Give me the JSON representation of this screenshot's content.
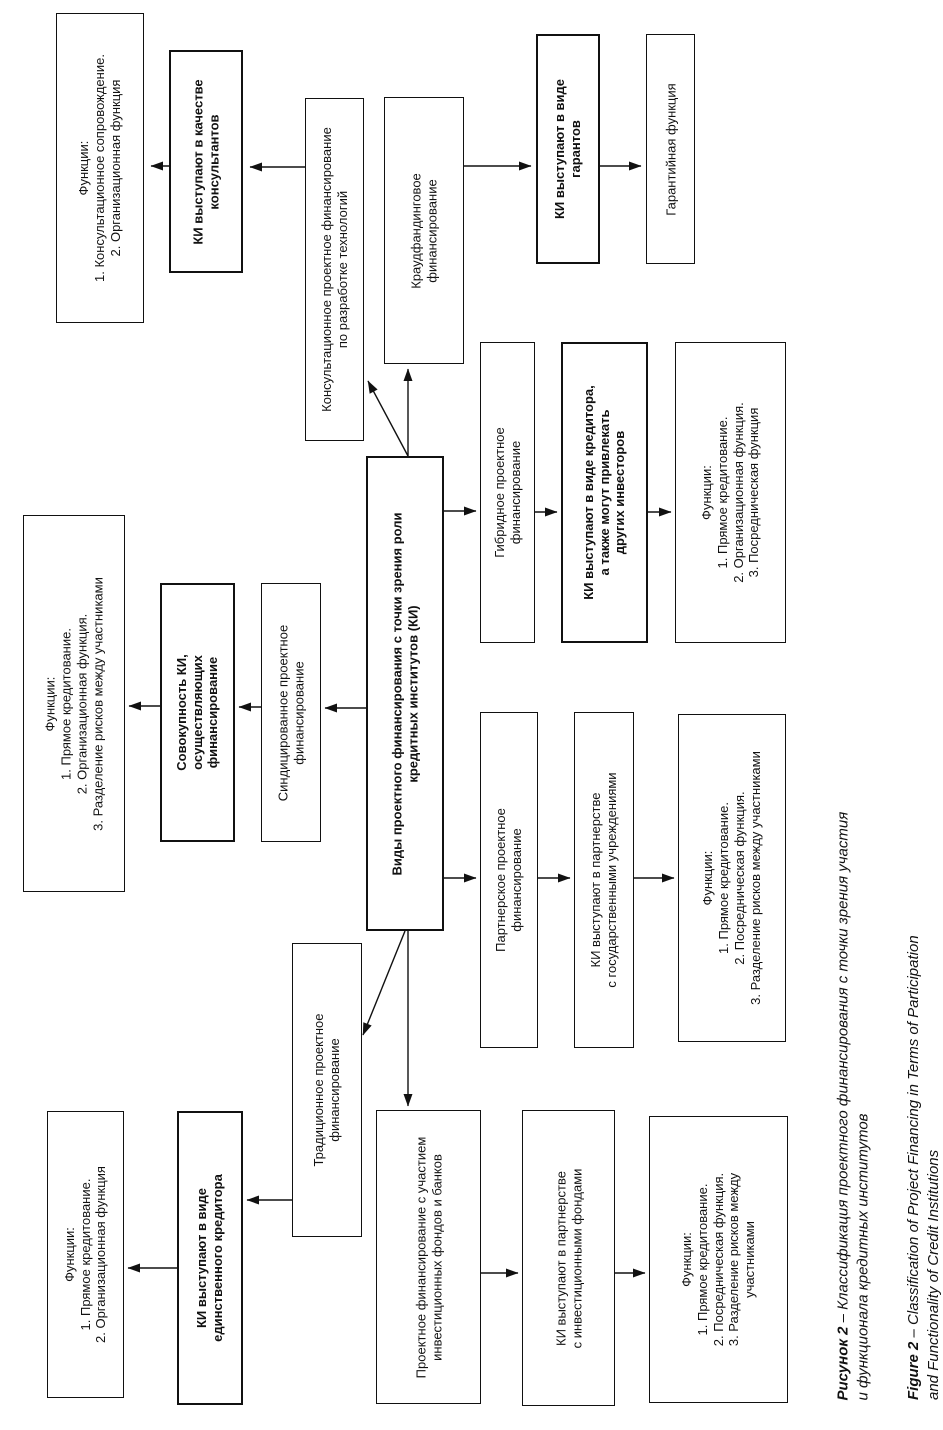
{
  "figure": {
    "colors": {
      "line": "#111111",
      "background": "#ffffff"
    },
    "boxes": {
      "func_consultants": {
        "label": "Функции:\n1. Консультационное сопровождение.\n2. Организационная функция"
      },
      "ki_consultants": {
        "label": "КИ выступают в качестве\nконсультантов"
      },
      "consulting_pf": {
        "label": "Консультационное проектное финансирование\nпо разработке технологий"
      },
      "crowdfunding": {
        "label": "Краудфандинговое\nфинансирование"
      },
      "ki_guarantors": {
        "label": "КИ выступают в виде\nгарантов"
      },
      "guarantee_function": {
        "label": "Гарантийная функция"
      },
      "center": {
        "label": "Виды проектного финансирования с точки зрения роли\nкредитных институтов (КИ)"
      },
      "hybrid": {
        "label": "Гибридное проектное\nфинансирование"
      },
      "ki_creditor_investors": {
        "label": "КИ выступают в виде кредитора,\nа также могут привлекать\nдругих инвесторов"
      },
      "func_hybrid": {
        "label": "Функции:\n1. Прямое кредитование.\n2. Организационная функция.\n3. Посредническая функция"
      },
      "func_syndicated": {
        "label": "Функции:\n1. Прямое кредитование.\n2. Организационная функция.\n3. Разделение рисков между участниками"
      },
      "ki_set": {
        "label": "Совокупность КИ,\nосуществляющих\nфинансирование"
      },
      "syndicated": {
        "label": "Синдицированное проектное\nфинансирование"
      },
      "partner": {
        "label": "Партнерское проектное\nфинансирование"
      },
      "ki_state": {
        "label": "КИ выступают в партнерстве\nс государственными учреждениями"
      },
      "func_partner": {
        "label": "Функции:\n1. Прямое кредитование.\n2. Посредническая функция.\n3. Разделение рисков между участниками"
      },
      "traditional": {
        "label": "Традиционное проектное\nфинансирование"
      },
      "ki_sole_creditor": {
        "label": "КИ выступают в виде\nединственного кредитора"
      },
      "func_traditional": {
        "label": "Функции:\n1. Прямое кредитование.\n2. Организационная функция"
      },
      "invest_funds_pf": {
        "label": "Проектное финансирование с участием\nинвестиционных фондов и банков"
      },
      "ki_invest_funds": {
        "label": "КИ выступают в партнерстве\nс инвестиционными фондами"
      },
      "func_invest": {
        "label": "Функции:\n1. Прямое кредитование.\n2. Посредническая функция.\n3. Разделение рисков между\nучастниками"
      }
    },
    "captions": {
      "ru": {
        "label": "Рисунок 2",
        "text": " – Классификация проектного финансирования с точки зрения участия\nи функционала кредитных институтов"
      },
      "en": {
        "label": "Figure 2",
        "text": " – Classification of Project Financing in Terms of Participation\nand Functionality of Credit Institutions"
      }
    }
  }
}
